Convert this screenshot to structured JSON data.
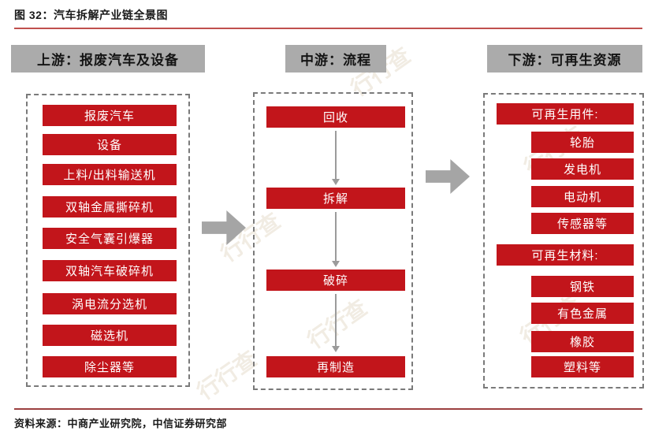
{
  "figure": {
    "title": "图 32：汽车拆解产业链全景图",
    "source": "资料来源：中商产业研究院，中信证券研究部"
  },
  "colors": {
    "primary_red": "#C2151B",
    "header_gray": "#ABABAB",
    "arrow_gray": "#A5A5A5"
  },
  "upstream": {
    "header": "上游：报废汽车及设备",
    "items": [
      "报废汽车",
      "设备",
      "上料/出料输送机",
      "双轴金属撕碎机",
      "安全气囊引爆器",
      "双轴汽车破碎机",
      "涡电流分选机",
      "磁选机",
      "除尘器等"
    ]
  },
  "midstream": {
    "header": "中游：流程",
    "steps": [
      "回收",
      "拆解",
      "破碎",
      "再制造"
    ]
  },
  "downstream": {
    "header": "下游：可再生资源",
    "groups": [
      {
        "label": "可再生用件:",
        "items": [
          "轮胎",
          "发电机",
          "电动机",
          "传感器等"
        ]
      },
      {
        "label": "可再生材料:",
        "items": [
          "钢铁",
          "有色金属",
          "橡胶",
          "塑料等"
        ]
      }
    ]
  },
  "watermark": {
    "text": "行行查"
  }
}
